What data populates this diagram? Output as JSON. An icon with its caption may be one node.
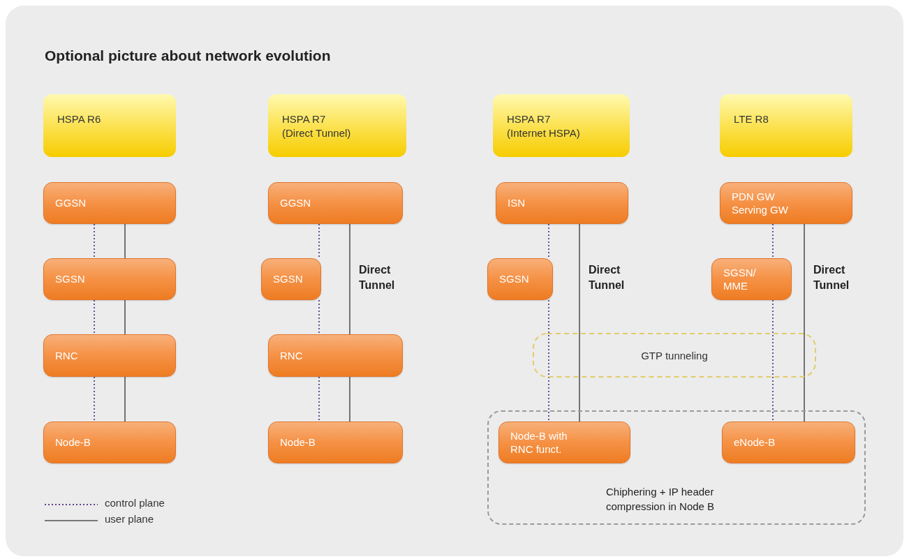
{
  "diagram": {
    "title": "Optional picture about network evolution",
    "nodes": [
      {
        "text": [
          "HSPA R6"
        ]
      },
      {
        "text": [
          "HSPA R7 (Direct Tunnel)"
        ]
      },
      {
        "text": [
          "HSPA R7 (Internet HSPA)"
        ]
      },
      {
        "text": [
          "LTE R8"
        ]
      },
      {
        "text": [
          "GGSN"
        ]
      },
      {
        "text": [
          "GGSN"
        ]
      },
      {
        "text": [
          "ISN"
        ]
      },
      {
        "text": [
          "PDN GW Serving GW"
        ]
      },
      {
        "text": [
          "SGSN"
        ]
      },
      {
        "text": [
          "SGSN"
        ]
      },
      {
        "text": [
          "SGSN"
        ]
      },
      {
        "text": [
          "SGSN/ MME"
        ]
      },
      {
        "text": [
          "RNC"
        ]
      },
      {
        "text": [
          "RNC"
        ]
      },
      {
        "text": [
          "Node-B"
        ]
      },
      {
        "text": [
          "Node-B"
        ]
      },
      {
        "text": [
          "Chiphering + IP header compression in Node B"
        ]
      },
      {
        "text": [
          "Node-B with RNC funct."
        ],
        "in": 16
      },
      {
        "text": [
          "eNode-B"
        ],
        "in": 16
      }
    ],
    "edges": [
      {
        "from": 4,
        "to": 8,
        "arrow": "none",
        "style": "dashed",
        "color": "#5b3f8f"
      },
      {
        "from": 4,
        "to": 8,
        "arrow": "none"
      },
      {
        "from": 8,
        "to": 12,
        "arrow": "none",
        "style": "dashed",
        "color": "#5b3f8f"
      },
      {
        "from": 8,
        "to": 12,
        "arrow": "none"
      },
      {
        "from": 12,
        "to": 14,
        "arrow": "none",
        "style": "dashed",
        "color": "#5b3f8f"
      },
      {
        "from": 12,
        "to": 14,
        "arrow": "none"
      },
      {
        "from": 5,
        "to": 9,
        "arrow": "none",
        "style": "dashed",
        "color": "#5b3f8f"
      },
      {
        "from": 9,
        "to": 13,
        "arrow": "none",
        "style": "dashed",
        "color": "#5b3f8f"
      },
      {
        "from": 13,
        "to": 15,
        "arrow": "none",
        "style": "dashed",
        "color": "#5b3f8f"
      },
      {
        "from": 5,
        "to": 13,
        "arrow": "none",
        "label": "Direct Tunnel"
      },
      {
        "from": 13,
        "to": 15,
        "arrow": "none"
      },
      {
        "from": 6,
        "to": 10,
        "arrow": "none",
        "style": "dashed",
        "color": "#5b3f8f"
      },
      {
        "from": 10,
        "to": 17,
        "arrow": "none",
        "style": "dashed",
        "color": "#5b3f8f"
      },
      {
        "from": 6,
        "to": 17,
        "arrow": "none",
        "label": "Direct Tunnel"
      },
      {
        "from": 7,
        "to": 11,
        "arrow": "none",
        "style": "dashed",
        "color": "#5b3f8f"
      },
      {
        "from": 11,
        "to": 18,
        "arrow": "none",
        "style": "dashed",
        "color": "#5b3f8f"
      },
      {
        "from": 7,
        "to": 18,
        "arrow": "none",
        "label": "Direct Tunnel"
      }
    ],
    "labels": [
      "GTP tunneling"
    ],
    "legend": [
      {
        "text": "control plane"
      },
      {
        "text": "user plane"
      }
    ]
  }
}
